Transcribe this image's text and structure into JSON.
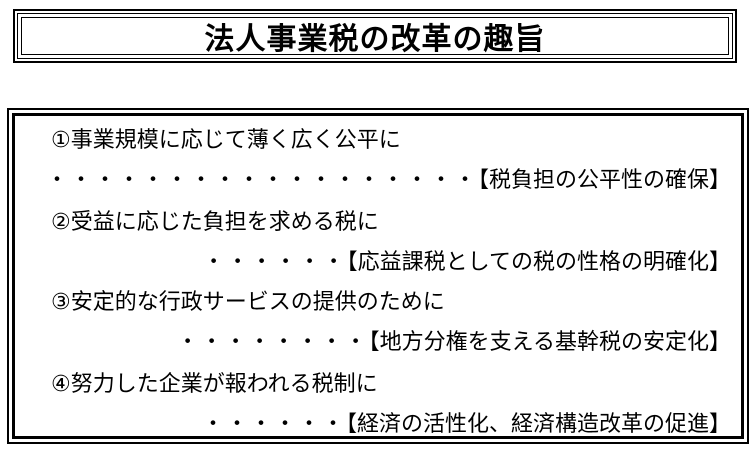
{
  "title": "法人事業税の改革の趣旨",
  "items": [
    {
      "main": "①事業規模に応じて薄く広く公平に",
      "dots": "・・・・・・・・・・・・・・・・・・",
      "sub": "【税負担の公平性の確保】"
    },
    {
      "main": "②受益に応じた負担を求める税に",
      "dots": "・・・・・・",
      "sub": "【応益課税としての税の性格の明確化】"
    },
    {
      "main": "③安定的な行政サービスの提供のために",
      "dots": "・・・・・・・・",
      "sub": "【地方分権を支える基幹税の安定化】"
    },
    {
      "main": "④努力した企業が報われる税制に",
      "dots": "・・・・・・",
      "sub": "【経済の活性化、経済構造改革の促進】"
    }
  ]
}
